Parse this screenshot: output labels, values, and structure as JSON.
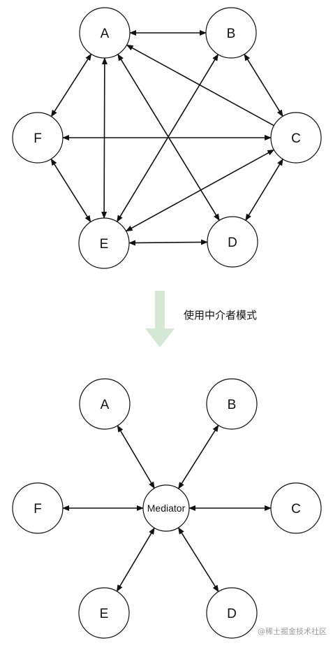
{
  "diagram_top": {
    "nodes": [
      {
        "id": "A",
        "label": "A"
      },
      {
        "id": "B",
        "label": "B"
      },
      {
        "id": "C",
        "label": "C"
      },
      {
        "id": "D",
        "label": "D"
      },
      {
        "id": "E",
        "label": "E"
      },
      {
        "id": "F",
        "label": "F"
      }
    ],
    "edges": [
      {
        "from": "A",
        "to": "B",
        "direction": "both"
      },
      {
        "from": "B",
        "to": "C",
        "direction": "both"
      },
      {
        "from": "C",
        "to": "D",
        "direction": "both"
      },
      {
        "from": "D",
        "to": "E",
        "direction": "both"
      },
      {
        "from": "E",
        "to": "F",
        "direction": "both"
      },
      {
        "from": "F",
        "to": "A",
        "direction": "both"
      },
      {
        "from": "C",
        "to": "F",
        "direction": "both"
      },
      {
        "from": "B",
        "to": "E",
        "direction": "both"
      },
      {
        "from": "C",
        "to": "E",
        "direction": "both"
      },
      {
        "from": "C",
        "to": "A",
        "direction": "forward"
      },
      {
        "from": "D",
        "to": "A",
        "direction": "both"
      },
      {
        "from": "A",
        "to": "E",
        "direction": "both"
      }
    ]
  },
  "transition": {
    "caption": "使用中介者模式",
    "arrow_color": "#d5e8d4"
  },
  "diagram_bottom": {
    "hub": {
      "id": "M",
      "label": "Mediator"
    },
    "nodes": [
      {
        "id": "A",
        "label": "A"
      },
      {
        "id": "B",
        "label": "B"
      },
      {
        "id": "C",
        "label": "C"
      },
      {
        "id": "D",
        "label": "D"
      },
      {
        "id": "E",
        "label": "E"
      },
      {
        "id": "F",
        "label": "F"
      }
    ],
    "edges": [
      {
        "from": "A",
        "to": "M",
        "direction": "both"
      },
      {
        "from": "B",
        "to": "M",
        "direction": "both"
      },
      {
        "from": "C",
        "to": "M",
        "direction": "both"
      },
      {
        "from": "D",
        "to": "M",
        "direction": "both"
      },
      {
        "from": "E",
        "to": "M",
        "direction": "both"
      },
      {
        "from": "F",
        "to": "M",
        "direction": "both"
      }
    ]
  },
  "watermark": "@稀土掘金技术社区",
  "colors": {
    "stroke": "#111111",
    "node_fill": "#ffffff",
    "text": "#111111"
  }
}
